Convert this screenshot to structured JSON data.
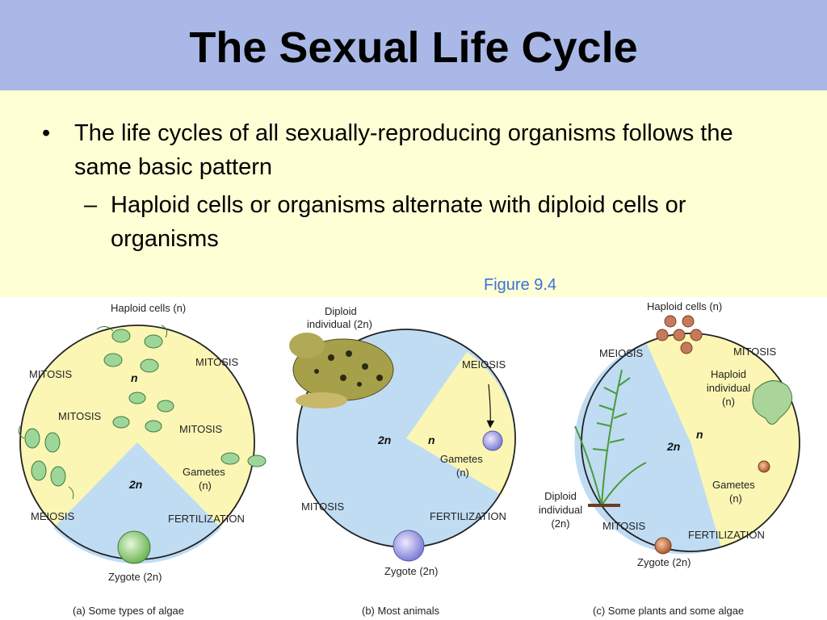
{
  "slide": {
    "title": "The Sexual Life Cycle",
    "bullets": [
      {
        "marker": "•",
        "text": "The life cycles of all sexually-reproducing organisms follows the same basic pattern"
      },
      {
        "marker": "–",
        "text": "Haploid cells or organisms alternate with diploid cells or organisms"
      }
    ],
    "figure_label": "Figure 9.4"
  },
  "figure": {
    "panel_a": {
      "haploid_cells": "Haploid cells (n)",
      "mitosis_left": "MITOSIS",
      "mitosis_right": "MITOSIS",
      "mitosis_inner": "MITOSIS",
      "mitosis_inner2": "MITOSIS",
      "n": "n",
      "two_n": "2n",
      "gametes": "Gametes",
      "gametes_n": "(n)",
      "meiosis": "MEIOSIS",
      "fertilization": "FERTILIZATION",
      "zygote": "Zygote (2n)",
      "caption": "(a) Some types of algae"
    },
    "panel_b": {
      "diploid_individual": "Diploid",
      "diploid_individual_2": "individual (2n)",
      "meiosis": "MEIOSIS",
      "two_n": "2n",
      "n": "n",
      "gametes": "Gametes",
      "gametes_n": "(n)",
      "mitosis": "MITOSIS",
      "fertilization": "FERTILIZATION",
      "zygote": "Zygote (2n)",
      "caption": "(b) Most animals"
    },
    "panel_c": {
      "haploid_cells": "Haploid cells (n)",
      "meiosis": "MEIOSIS",
      "mitosis_top": "MITOSIS",
      "haploid_individual": "Haploid",
      "haploid_individual_2": "individual",
      "haploid_individual_3": "(n)",
      "two_n": "2n",
      "n": "n",
      "gametes": "Gametes",
      "gametes_n": "(n)",
      "diploid_individual": "Diploid",
      "diploid_individual_2": "individual",
      "diploid_individual_3": "(2n)",
      "mitosis_bottom": "MITOSIS",
      "fertilization": "FERTILIZATION",
      "zygote": "Zygote (2n)",
      "caption": "(c) Some plants and some algae"
    },
    "colors": {
      "haploid_fill": "#fbf6b4",
      "diploid_fill": "#bfdcf3",
      "title_bar": "#a9b8e6",
      "content_bg": "#ffffd5",
      "figure_label": "#3b70d8"
    }
  }
}
